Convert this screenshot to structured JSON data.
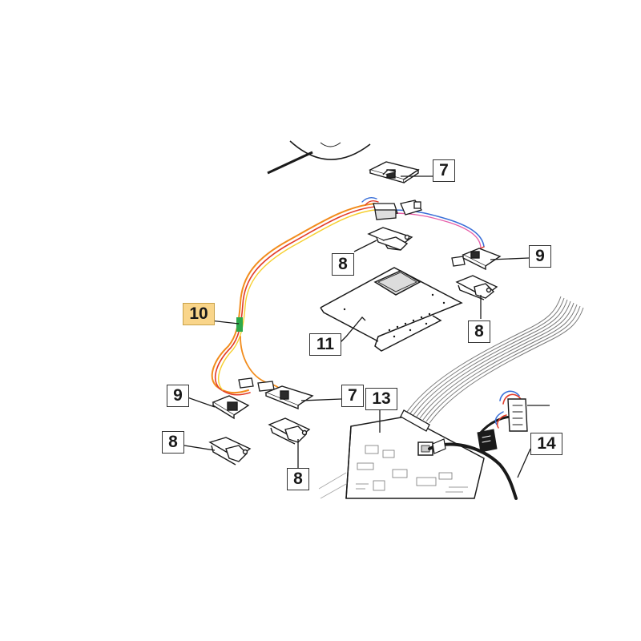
{
  "colors": {
    "line": "#1a1a1a",
    "harness_orange": "#f28c1c",
    "harness_red": "#e23c2a",
    "harness_yellow": "#f6cf2f",
    "wire_blue": "#3a6fd8",
    "wire_pink": "#e65fa8",
    "wire_green": "#2da84a",
    "highlight": "#f9d58a",
    "ribbon": "#9a9a9a"
  },
  "callouts": {
    "c7a": "7",
    "c7b": "7",
    "c8a": "8",
    "c8b": "8",
    "c8c": "8",
    "c8d": "8",
    "c9a": "9",
    "c9b": "9",
    "c10": "10",
    "c11": "11",
    "c13": "13",
    "c14": "14"
  },
  "highlighted": "10"
}
